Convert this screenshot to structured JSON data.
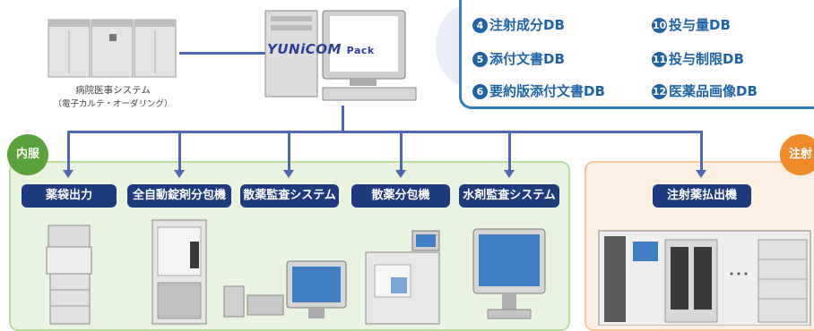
{
  "top_center": {
    "logo_text": "YUNiCOM",
    "logo_suffix": "Pack"
  },
  "hospital": {
    "title": "病院医事システム",
    "subtitle": "（電子カルテ・オーダリング）"
  },
  "db_panel": {
    "items": [
      {
        "num": "4",
        "label": "注射成分DB"
      },
      {
        "num": "5",
        "label": "添付文書DB"
      },
      {
        "num": "6",
        "label": "要約版添付文書DB"
      },
      {
        "num": "10",
        "label": "投与量DB"
      },
      {
        "num": "11",
        "label": "投与制限DB"
      },
      {
        "num": "12",
        "label": "医薬品画像DB"
      }
    ]
  },
  "regions": {
    "internal": {
      "label": "内服",
      "color": "#5aa33a"
    },
    "injection": {
      "label": "注射",
      "color": "#ef8a2b"
    }
  },
  "devices": [
    {
      "label": "薬袋出力"
    },
    {
      "label": "全自動錠剤分包機"
    },
    {
      "label": "散薬監査システム"
    },
    {
      "label": "散薬分包機"
    },
    {
      "label": "水剤監査システム"
    },
    {
      "label": "注射薬払出機"
    }
  ],
  "colors": {
    "accent_blue": "#1e63a8",
    "pill_navy": "#1e3c7d",
    "connector": "#4a66b5"
  }
}
